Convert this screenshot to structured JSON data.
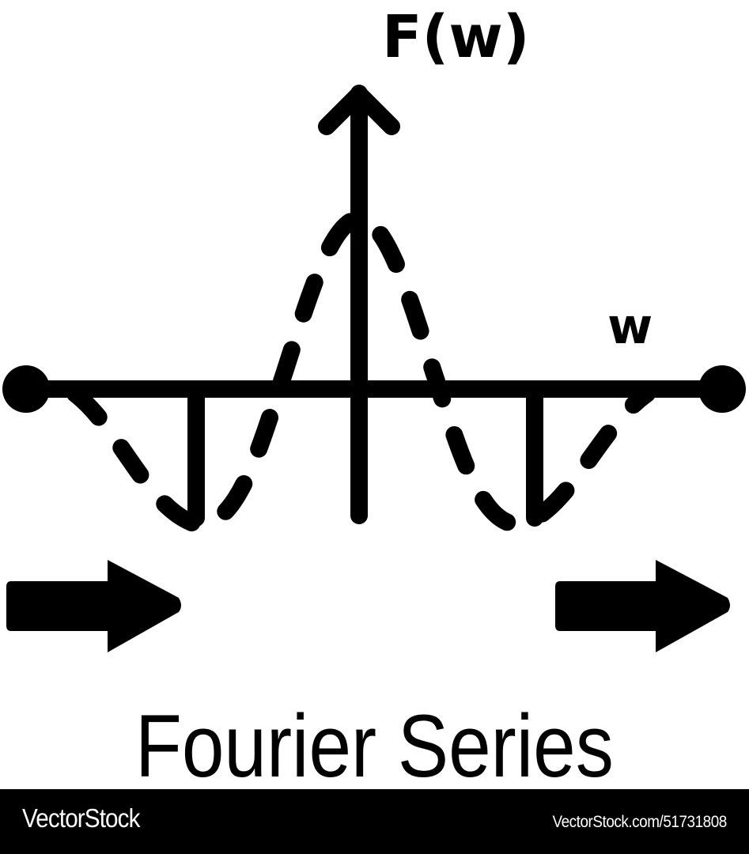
{
  "diagram": {
    "title": "Fourier Series",
    "y_axis_label": "F(w)",
    "x_axis_label": "w",
    "stroke_color": "#000000",
    "background_color": "#ffffff",
    "elements": [
      "vertical axis with arrowhead (F(w))",
      "horizontal axis with circular endpoints (w)",
      "dashed sinc-like curve with central peak and two troughs",
      "two vertical stems down to the troughs",
      "two right-pointing block arrows"
    ]
  },
  "footer": {
    "brand": "VectorStock",
    "reference": "VectorStock.com/51731808",
    "background_color": "#000000",
    "text_color": "#ffffff"
  }
}
